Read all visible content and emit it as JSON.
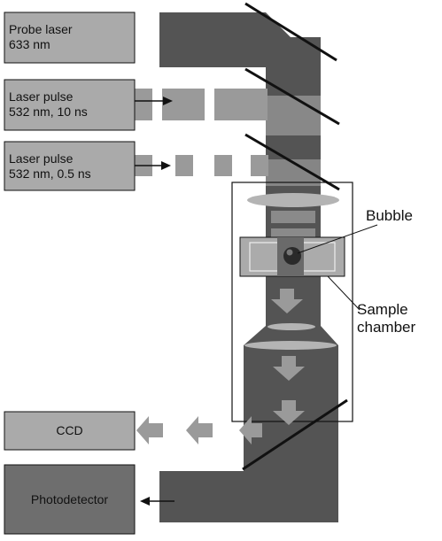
{
  "sources": {
    "probe_laser": {
      "line1": "Probe laser",
      "line2": "633 nm"
    },
    "pulse_10ns": {
      "line1": "Laser pulse",
      "line2": "532 nm, 10 ns"
    },
    "pulse_05ns": {
      "line1": "Laser pulse",
      "line2": "532 nm, 0.5 ns"
    }
  },
  "detectors": {
    "ccd": "CCD",
    "photodetector": "Photodetector"
  },
  "callouts": {
    "bubble": "Bubble",
    "sample_line1": "Sample",
    "sample_line2": "chamber"
  },
  "colors": {
    "dark_beam": "#545454",
    "light_beam": "#9a9a9a",
    "box_fill": "#aaaaaa",
    "lens_fill": "#b4b4b4",
    "line": "#111111"
  }
}
